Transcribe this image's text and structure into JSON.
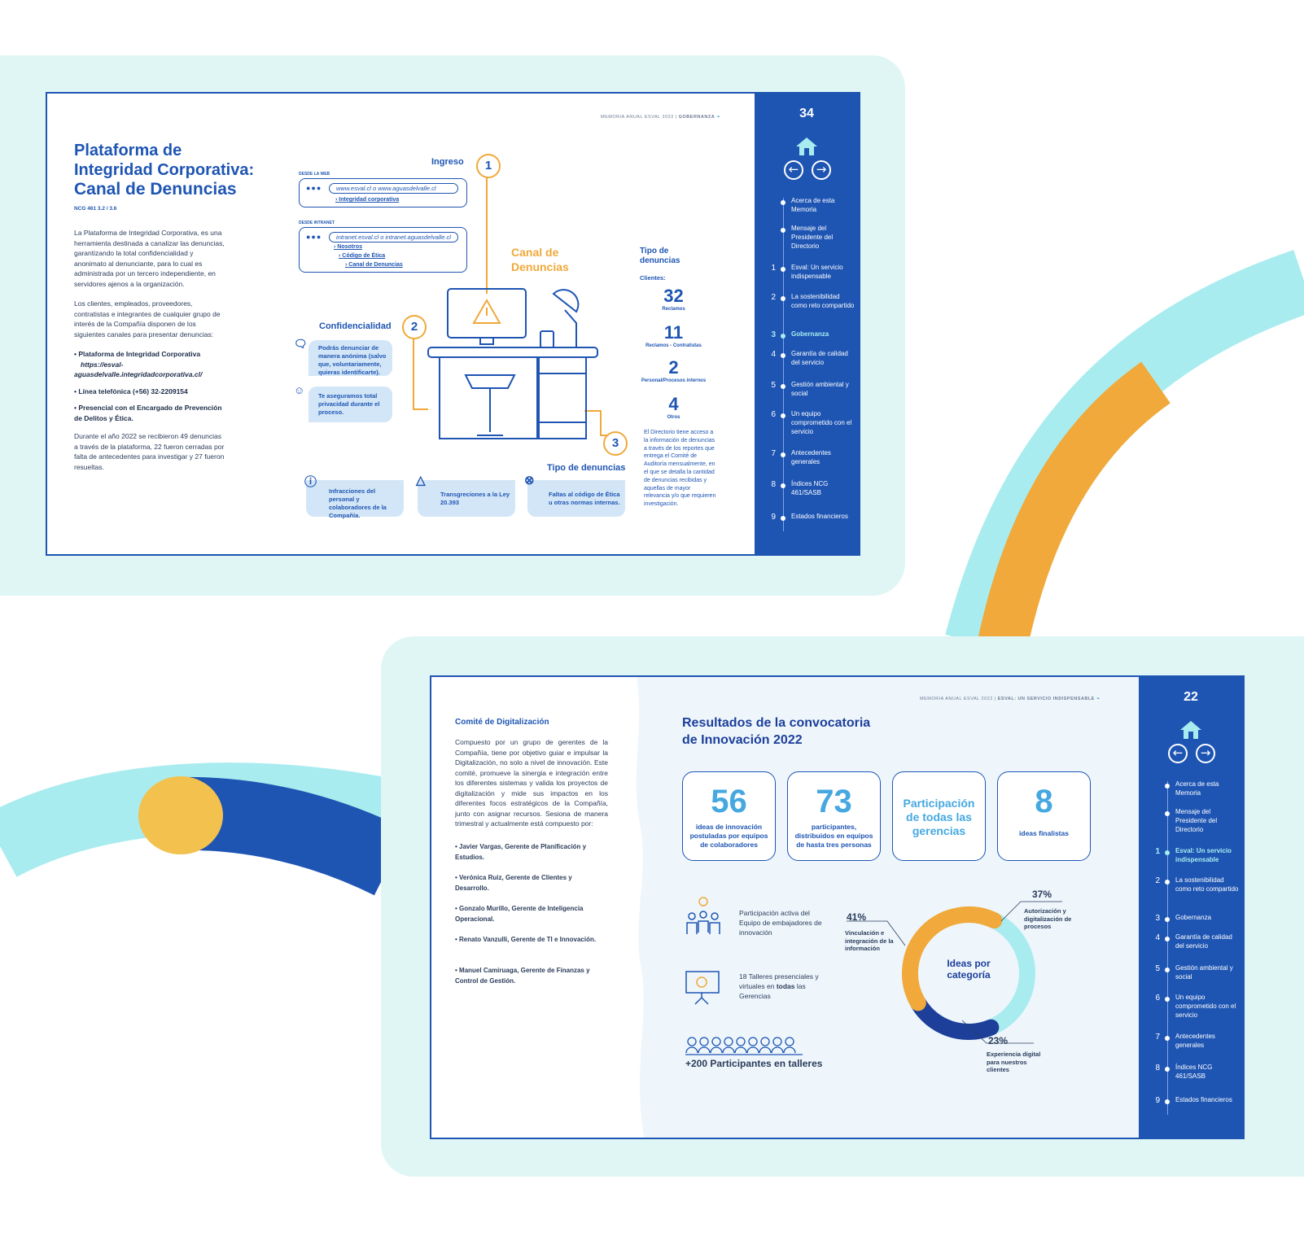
{
  "spread1": {
    "header": {
      "report": "MEMORIA ANUAL ESVAL 2022",
      "section": "GOBERNANZA"
    },
    "title_line1": "Plataforma de",
    "title_line2": "Integridad Corporativa:",
    "title_line3": "Canal de Denuncias",
    "ref": "NCG 461 3.2 / 3.6",
    "para1": "La Plataforma de Integridad Corporativa, es una herramienta destinada a canalizar las denuncias, garantizando la total confidencialidad y anonimato al denunciante, para lo cual es administrada por un tercero independiente, en servidores ajenos a la organización.",
    "para2": "Los clientes, empleados, proveedores, contratistas e integrantes de cualquier grupo de interés de la Compañía disponen de los siguientes canales para presentar denuncias:",
    "bullet1_title": "Plataforma de Integridad Corporativa",
    "bullet1_url": "https://esval-aguasdelvalle.integridadcorporativa.cl/",
    "bullet2": "Línea telefónica (+56) 32-2209154",
    "bullet3": "Presencial con el Encargado de Prevención de Delitos y Ética.",
    "para3": "Durante el año 2022 se recibieron 49 denuncias a través de la plataforma, 22 fueron cerradas por falta de antecedentes para investigar y 27 fueron resueltas.",
    "web_label": "DESDE LA WEB",
    "web_url": "www.esval.cl o www.aguasdelvalle.cl",
    "web_link": "Integridad corporativa",
    "intranet_label": "DESDE INTRANET",
    "intranet_url": "intranet.esval.cl o intranet.aguasdelvalle.cl",
    "intranet_links": [
      "Nosotros",
      "Código de Ética",
      "Canal de Denuncias"
    ],
    "ingreso": "Ingreso",
    "step1": "1",
    "step2": "2",
    "step3": "3",
    "canal_line1": "Canal de",
    "canal_line2": "Denuncias",
    "confidencialidad": "Confidencialidad",
    "conf_bubble1": "Podrás denunciar de manera anónima (salvo que, voluntariamente, quieras identificarte).",
    "conf_bubble2": "Te aseguramos total privacidad durante el proceso.",
    "tipo_denuncias": "Tipo de denuncias",
    "tipo_bubbles": [
      "Infracciones del personal y colaboradores de la Compañía.",
      "Transgreciones a la Ley 20.393",
      "Faltas al código de Ética u otras normas internas."
    ],
    "tipo_title_line1": "Tipo de",
    "tipo_title_line2": "denuncias",
    "clientes": "Clientes:",
    "stats": [
      {
        "num": "32",
        "label": "Reclamos"
      },
      {
        "num": "11",
        "label": "Reclamos - Contratistas"
      },
      {
        "num": "2",
        "label": "Personal/Procesos internos"
      },
      {
        "num": "4",
        "label": "Otros"
      }
    ],
    "directorio_note": "El Directorio tiene acceso a la información de denuncias a través de los reportes que entrega el Comité de Auditoría mensualmente, en el que se detalla la cantidad de denuncias recibidas y aquellas de mayor relevancia y/o que requieren investigación.",
    "nav": {
      "page": "34",
      "prev": "←",
      "next": "→",
      "items": [
        {
          "num": "",
          "label": "Acerca de esta Memoria"
        },
        {
          "num": "",
          "label": "Mensaje del Presidente del Directorio"
        },
        {
          "num": "1",
          "label": "Esval: Un servicio indispensable"
        },
        {
          "num": "2",
          "label": "La sostenibilidad como reto compartido"
        },
        {
          "num": "3",
          "label": "Gobernanza"
        },
        {
          "num": "4",
          "label": "Garantía de calidad del servicio"
        },
        {
          "num": "5",
          "label": "Gestión ambiental y social"
        },
        {
          "num": "6",
          "label": "Un equipo comprometido con el servicio"
        },
        {
          "num": "7",
          "label": "Antecedentes generales"
        },
        {
          "num": "8",
          "label": "Índices NCG 461/SASB"
        },
        {
          "num": "9",
          "label": "Estados financieros"
        }
      ]
    }
  },
  "spread2": {
    "header": {
      "report": "MEMORIA ANUAL ESVAL 2022",
      "section": "ESVAL: UN SERVICIO INDISPENSABLE"
    },
    "comite_title": "Comité de Digitalización",
    "comite_para": "Compuesto por un grupo de gerentes de la Compañía, tiene por objetivo guiar e impulsar la Digitalización, no solo a nivel de innovación. Este comité, promueve la sinergia e integración entre los diferentes sistemas y valida los proyectos de digitalización y mide sus impactos en los diferentes focos estratégicos de la Compañía, junto con asignar recursos. Sesiona de manera trimestral y actualmente está compuesto por:",
    "members": [
      "Javier Vargas, Gerente de Planificación y Estudios.",
      "Verónica Ruiz, Gerente de Clientes y Desarrollo.",
      "Gonzalo Murillo, Gerente de Inteligencia Operacional.",
      "Renato Vanzulli, Gerente de TI e Innovación.",
      "Manuel Camiruaga, Gerente de Finanzas y Control de Gestión."
    ],
    "results_title_line1": "Resultados de la convocatoria",
    "results_title_line2": "de Innovación 2022",
    "stat_cards": [
      {
        "big": "56",
        "caption": "ideas de innovación postuladas por equipos de colaboradores"
      },
      {
        "big": "73",
        "caption": "participantes, distribuidos en equipos de hasta tres personas"
      },
      {
        "big": "Participación de todas las gerencias",
        "caption": ""
      },
      {
        "big": "8",
        "caption": "ideas finalistas"
      }
    ],
    "participacion_text": "Participación activa del Equipo de embajadores de innovación",
    "talleres_text_pre": "18 Talleres presenciales y virtuales en",
    "talleres_text_bold": "todas",
    "talleres_text_post": "las Gerencias",
    "participantes": "+200 Participantes en talleres",
    "nav": {
      "page": "22",
      "prev": "←",
      "next": "→",
      "items": [
        {
          "num": "",
          "label": "Acerca de esta Memoria"
        },
        {
          "num": "",
          "label": "Mensaje del Presidente del Directorio"
        },
        {
          "num": "1",
          "label": "Esval: Un servicio indispensable"
        },
        {
          "num": "2",
          "label": "La sostenibilidad como reto compartido"
        },
        {
          "num": "3",
          "label": "Gobernanza"
        },
        {
          "num": "4",
          "label": "Garantía de calidad del servicio"
        },
        {
          "num": "5",
          "label": "Gestión ambiental y social"
        },
        {
          "num": "6",
          "label": "Un equipo comprometido con el servicio"
        },
        {
          "num": "7",
          "label": "Antecedentes generales"
        },
        {
          "num": "8",
          "label": "Índices NCG 461/SASB"
        },
        {
          "num": "9",
          "label": "Estados financieros"
        }
      ]
    }
  },
  "chart_data": {
    "type": "pie",
    "title": "Ideas por categoría",
    "series": [
      {
        "name": "Autorización y digitalización de procesos",
        "value": 37,
        "label": "37%",
        "color": "#a9ecef"
      },
      {
        "name": "Experiencia digital para nuestros clientes",
        "value": 23,
        "label": "23%",
        "color": "#1d3f9a"
      },
      {
        "name": "Vinculación e integración de la información",
        "value": 41,
        "label": "41%",
        "color": "#f0a93a"
      }
    ]
  },
  "colors": {
    "brand_blue": "#1e55b3",
    "accent_orange": "#f0a93a",
    "accent_light_blue": "#45a8e0",
    "mint": "#a9ecef"
  }
}
